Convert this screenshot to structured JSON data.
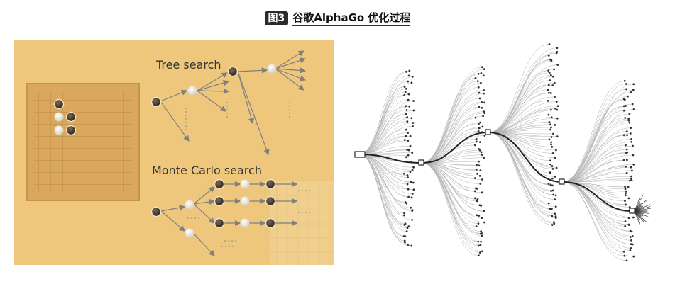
{
  "caption": {
    "badge": "图3",
    "text": "谷歌AlphaGo 优化过程"
  },
  "left_panel": {
    "tree_search_label": "Tree search",
    "monte_carlo_label": "Monte Carlo search"
  },
  "colors": {
    "panel_bg": "#eec77c",
    "board_bg": "#d5a45a",
    "black_stone": "#4a3a2a",
    "white_stone": "#ece5d8",
    "arrow": "#7f7f7f"
  }
}
